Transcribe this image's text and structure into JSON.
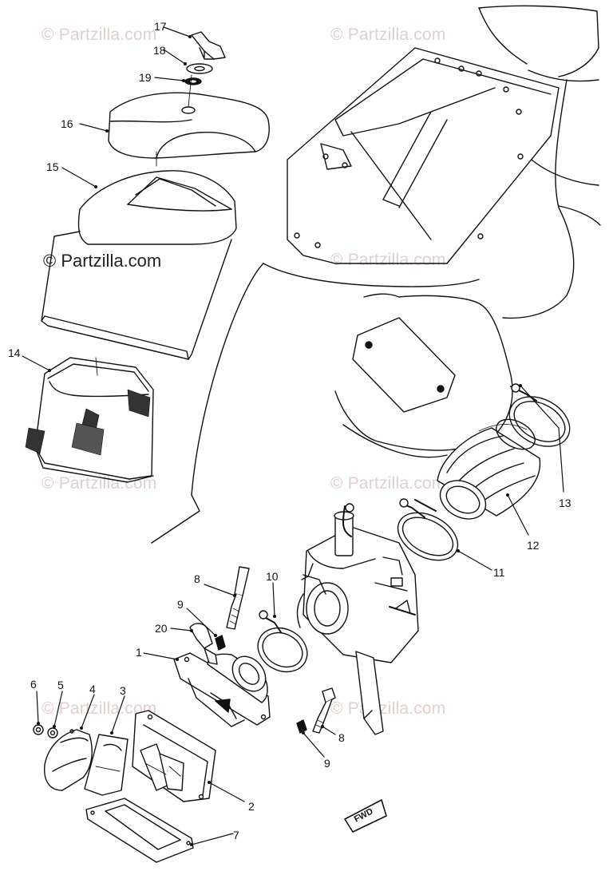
{
  "watermarks": {
    "repeat_text": "© Partzilla.com",
    "main_text": "© Partzilla.com"
  },
  "direction_label": "FWD",
  "callouts": [
    "1",
    "2",
    "3",
    "4",
    "5",
    "6",
    "7",
    "8",
    "8",
    "9",
    "9",
    "10",
    "11",
    "12",
    "13",
    "14",
    "15",
    "16",
    "17",
    "18",
    "19",
    "20"
  ],
  "colors": {
    "line": "#111111",
    "watermark": "#e2cfcf",
    "background": "#ffffff"
  }
}
